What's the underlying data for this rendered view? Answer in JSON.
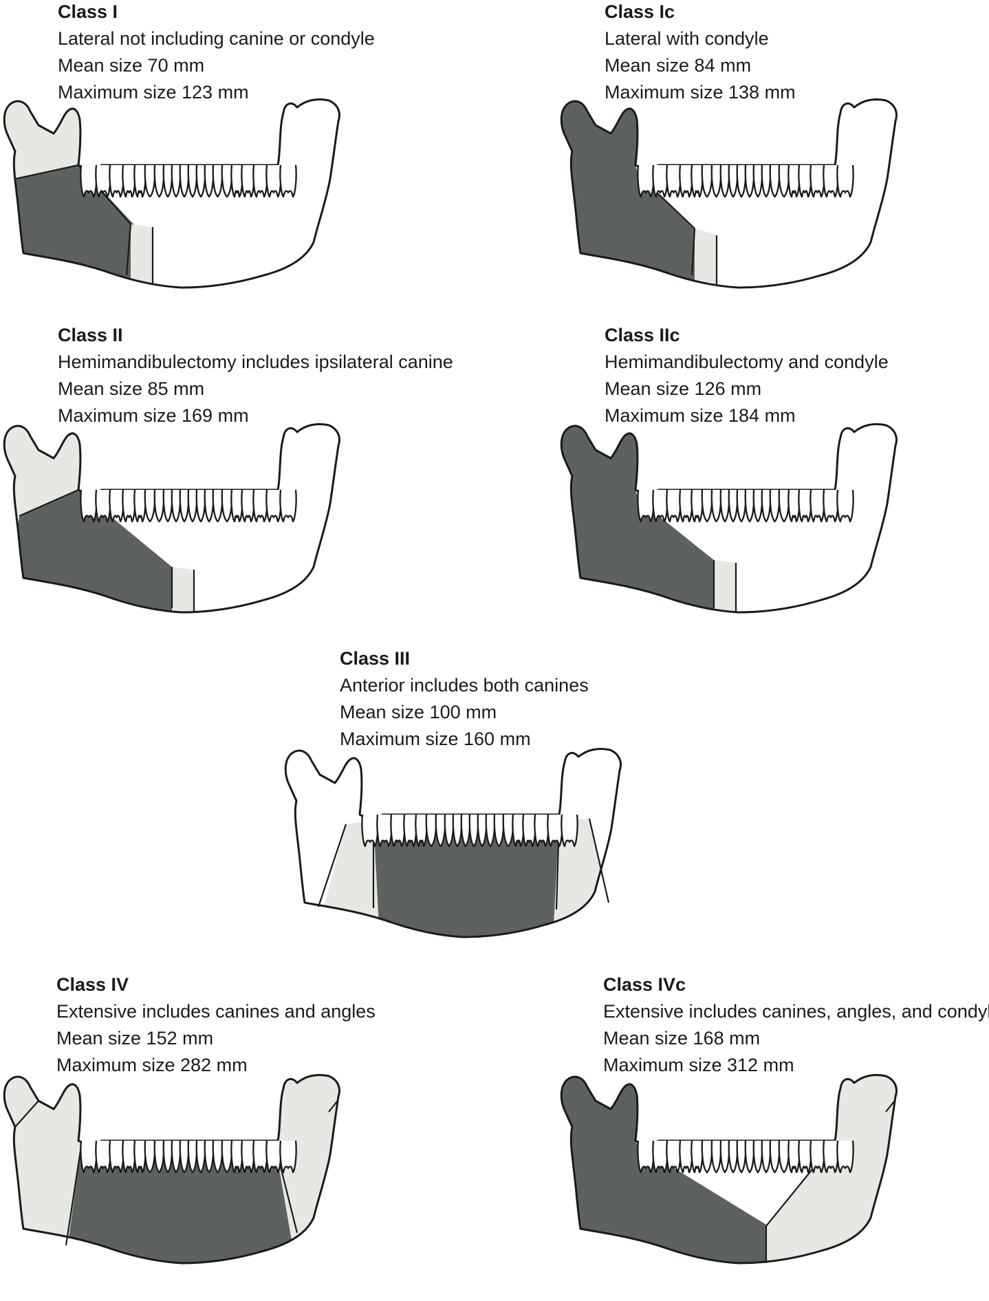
{
  "colors": {
    "resected": "#5e625e",
    "margin": "#e6e8e4",
    "bone": "#ffffff",
    "outline": "#1a1a1a"
  },
  "panels": [
    {
      "id": "class-i",
      "title": "Class I",
      "description": "Lateral not including canine or condyle",
      "mean": "Mean size 70 mm",
      "maximum": "Maximum size 123 mm",
      "pattern": "I"
    },
    {
      "id": "class-ic",
      "title": "Class Ic",
      "description": "Lateral with condyle",
      "mean": "Mean size 84 mm",
      "maximum": "Maximum size 138 mm",
      "pattern": "Ic"
    },
    {
      "id": "class-ii",
      "title": "Class II",
      "description": "Hemimandibulectomy includes ipsilateral canine",
      "mean": "Mean size 85 mm",
      "maximum": "Maximum size 169 mm",
      "pattern": "II"
    },
    {
      "id": "class-iic",
      "title": "Class IIc",
      "description": "Hemimandibulectomy and condyle",
      "mean": "Mean size 126 mm",
      "maximum": "Maximum size 184 mm",
      "pattern": "IIc"
    },
    {
      "id": "class-iii",
      "title": "Class III",
      "description": "Anterior includes both canines",
      "mean": "Mean size 100 mm",
      "maximum": "Maximum size 160 mm",
      "pattern": "III"
    },
    {
      "id": "class-iv",
      "title": "Class IV",
      "description": "Extensive includes canines and angles",
      "mean": "Mean size 152 mm",
      "maximum": "Maximum size 282 mm",
      "pattern": "IV"
    },
    {
      "id": "class-ivc",
      "title": "Class IVc",
      "description": "Extensive includes canines, angles, and condyl",
      "mean": "Mean size 168 mm",
      "maximum": "Maximum size 312 mm",
      "pattern": "IVc"
    }
  ]
}
